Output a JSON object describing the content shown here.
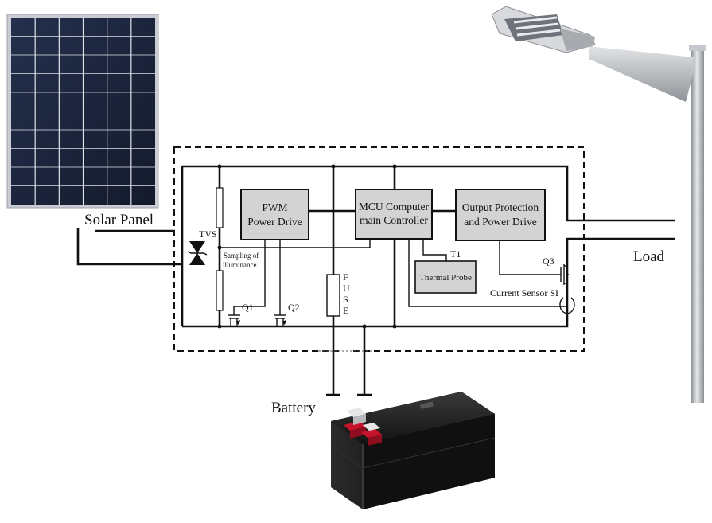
{
  "labels": {
    "solar_panel": "Solar Panel",
    "load": "Load",
    "battery": "Battery",
    "tvs": "TVS",
    "sampling_line1": "Sampling of",
    "sampling_line2": "illuminance",
    "q1": "Q1",
    "q2": "Q2",
    "q3": "Q3",
    "t1": "T1",
    "current_sensor": "Current Sensor SI",
    "fuse_letters": [
      "F",
      "U",
      "S",
      "E"
    ]
  },
  "blocks": {
    "pwm": {
      "line1": "PWM",
      "line2": "Power Drive"
    },
    "mcu": {
      "line1": "MCU Computer",
      "line2": "main Controller"
    },
    "output": {
      "line1": "Output Protection",
      "line2": "and Power Drive"
    },
    "thermal": {
      "line1": "Thermal Probe"
    }
  },
  "colors": {
    "block_fill": "#d3d3d3",
    "panel_cell": "#1b2238",
    "panel_frame": "#c9ccd3",
    "battery_body": "#1c1c1c",
    "terminal_red": "#c8142a",
    "pole": "#b9bcc1"
  }
}
